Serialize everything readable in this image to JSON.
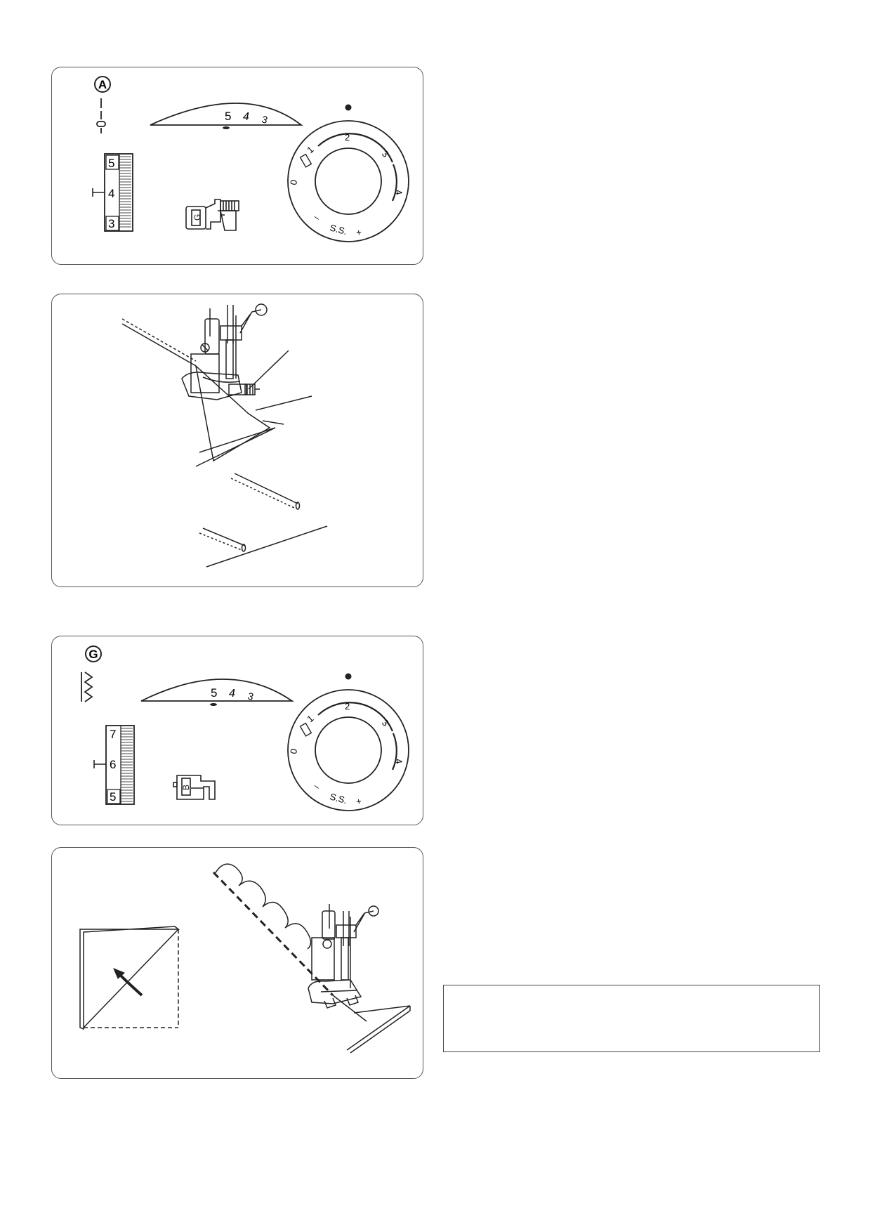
{
  "panel_a": {
    "pattern_letter": "A",
    "tension_scale": [
      "5",
      "4",
      "3"
    ],
    "stitch_width_scale": [
      "5",
      "4",
      "3"
    ],
    "foot_letter": "G",
    "length_dial": {
      "marks": [
        "0",
        "1",
        "2",
        "3",
        "4"
      ],
      "ss_label": "S.S.",
      "minus": "–",
      "plus": "+"
    }
  },
  "panel_g": {
    "pattern_letter": "G",
    "tension_scale": [
      "5",
      "4",
      "3"
    ],
    "stitch_width_scale": [
      "7",
      "6",
      "5"
    ],
    "foot_letter": "B",
    "length_dial": {
      "marks": [
        "0",
        "1",
        "2",
        "3",
        "4"
      ],
      "ss_label": "S.S.",
      "minus": "–",
      "plus": "+"
    }
  },
  "note_box": {
    "text": ""
  }
}
